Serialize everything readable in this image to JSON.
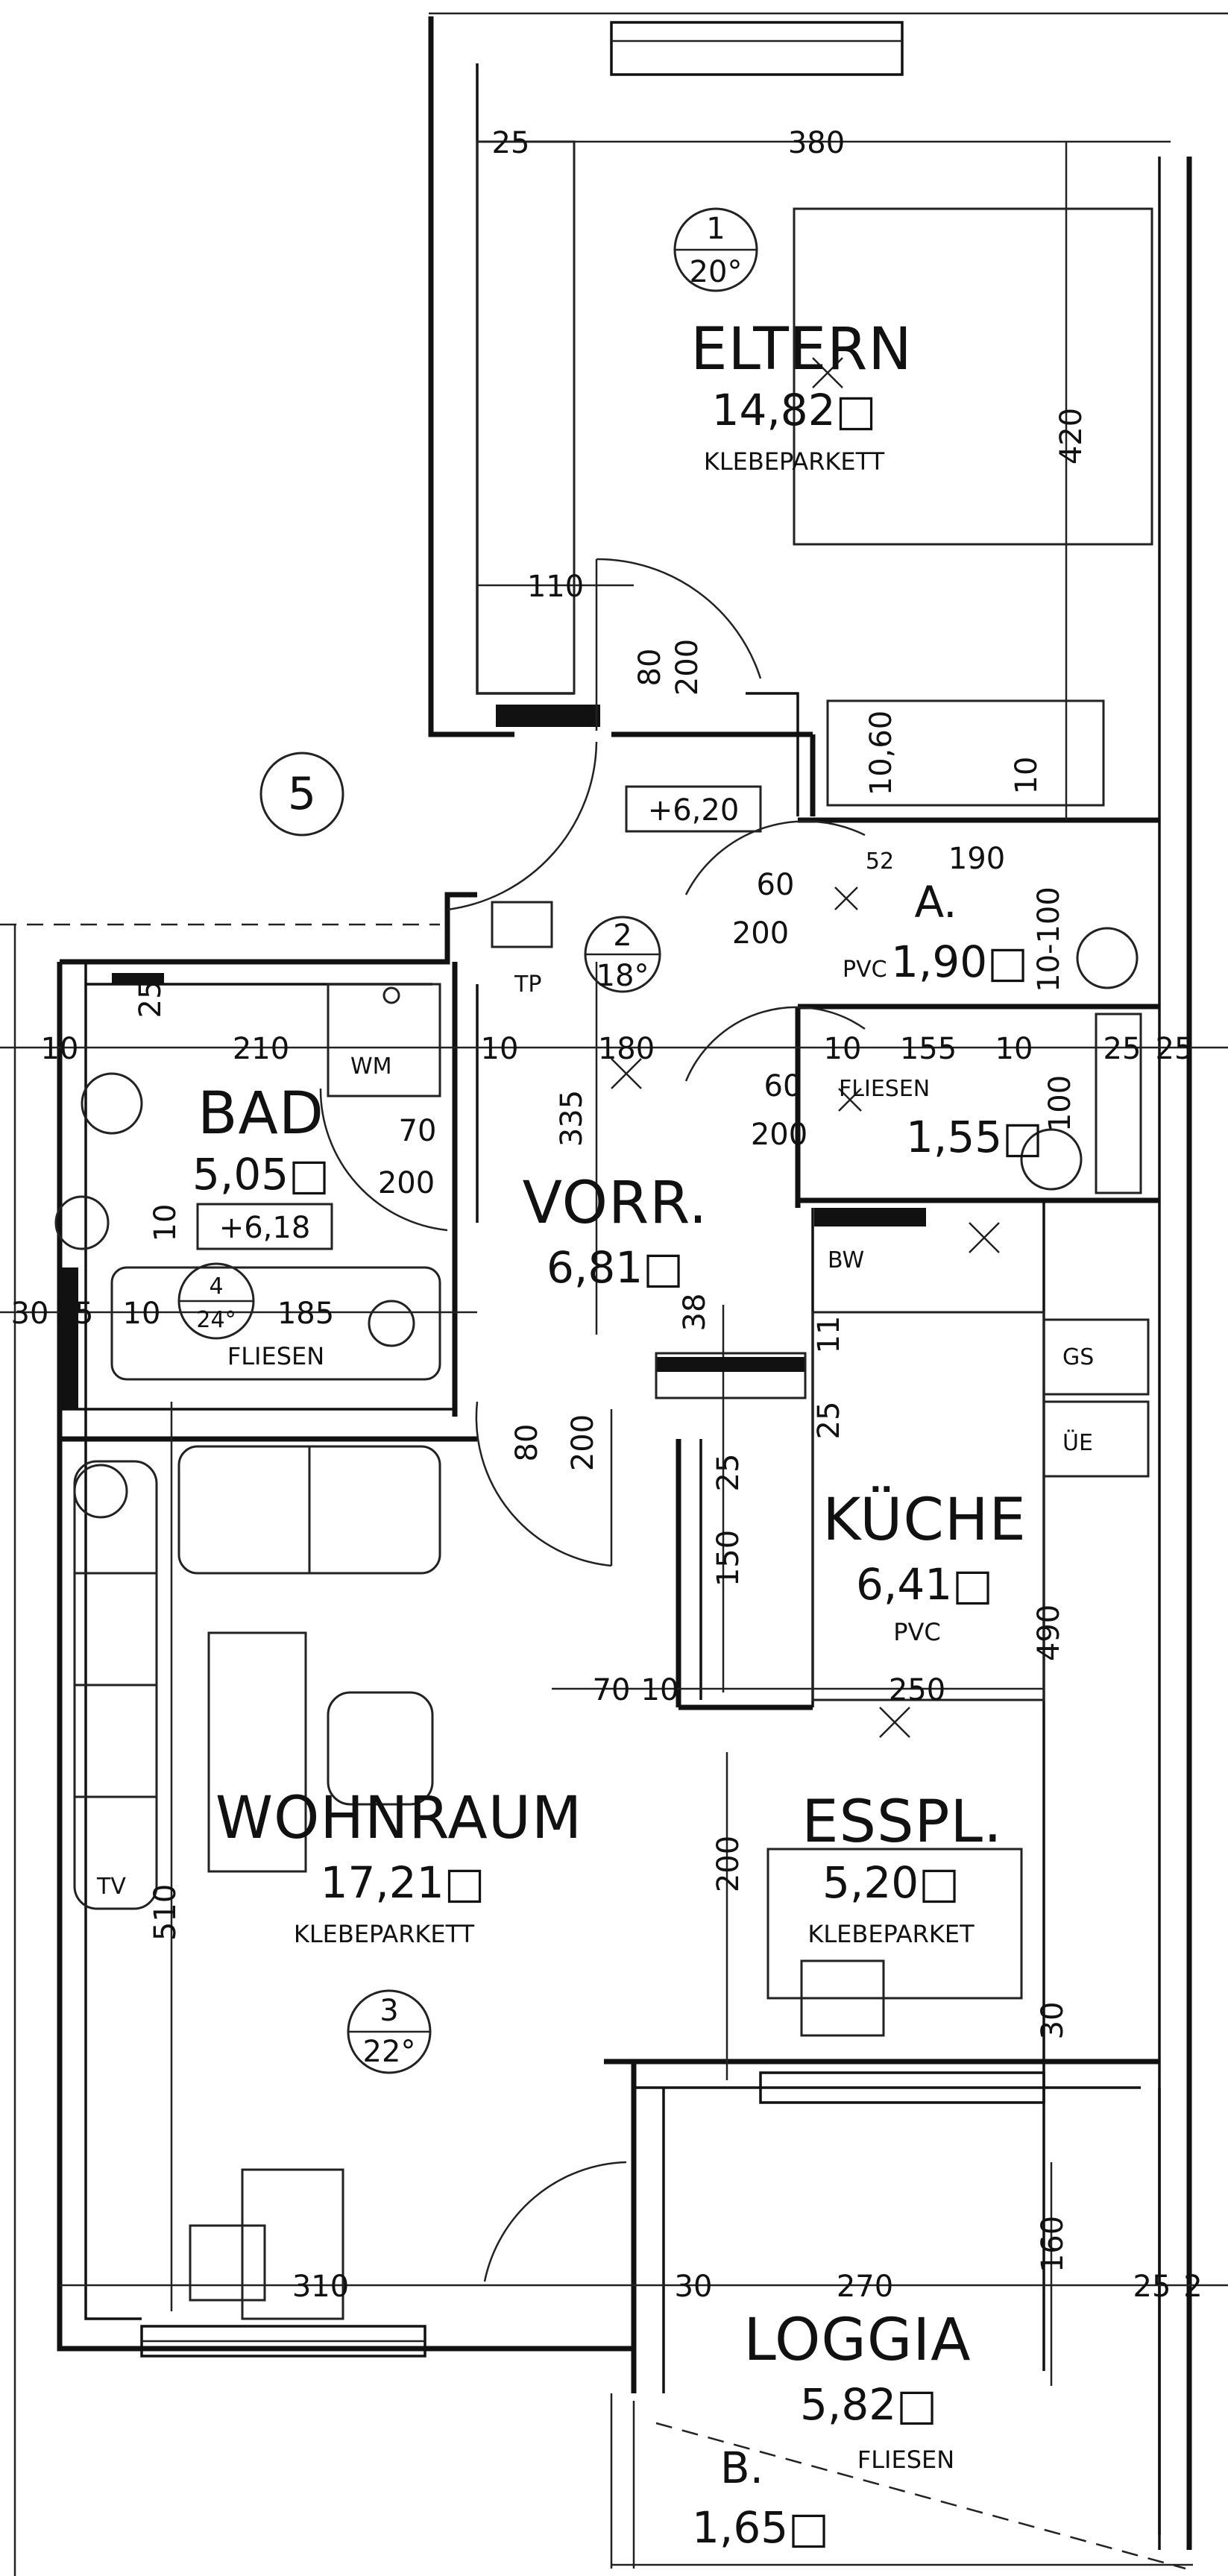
{
  "plan": {
    "unit_marker": "5",
    "rooms": [
      {
        "id": "eltern",
        "num": "1",
        "temp": "20°",
        "name": "ELTERN",
        "area": "14,82",
        "unit": "□",
        "floor": "KLEBEPARKETT"
      },
      {
        "id": "vorr",
        "num": "2",
        "temp": "18°",
        "name": "VORR.",
        "area": "6,81",
        "unit": "□"
      },
      {
        "id": "wohnraum",
        "num": "3",
        "temp": "22°",
        "name": "WOHNRAUM",
        "area": "17,21",
        "unit": "□",
        "floor": "KLEBEPARKETT"
      },
      {
        "id": "bad",
        "num": "4",
        "temp": "24°",
        "name": "BAD",
        "area": "5,05",
        "unit": "□",
        "floor": "FLIESEN"
      },
      {
        "id": "abstellraum",
        "name": "A.",
        "area": "1,90",
        "unit": "□",
        "floor": "PVC"
      },
      {
        "id": "wc",
        "area": "1,55",
        "unit": "□",
        "floor": "FLIESEN"
      },
      {
        "id": "kueche",
        "name": "KÜCHE",
        "area": "6,41",
        "unit": "□",
        "floor": "PVC"
      },
      {
        "id": "esspl",
        "name": "ESSPL.",
        "area": "5,20",
        "unit": "□",
        "floor": "KLEBEPARKET"
      },
      {
        "id": "loggia",
        "name": "LOGGIA",
        "area": "5,82",
        "unit": "□",
        "floor": "FLIESEN"
      },
      {
        "id": "balkon",
        "name": "B.",
        "area": "1,65",
        "unit": "□"
      }
    ],
    "levels": [
      "+6,20",
      "+6,18"
    ],
    "dimensions": {
      "d25_top": "25",
      "d380": "380",
      "d420": "420",
      "d110": "110",
      "d80a": "80",
      "d200a": "200",
      "d10_60": "10,60",
      "d10a": "10",
      "d190": "190",
      "d60a": "60",
      "d200b": "200",
      "d10_100": "10-100",
      "d210": "210",
      "d10b": "10",
      "d180": "180",
      "d335": "335",
      "d10c": "10",
      "d155": "155",
      "d10d": "10",
      "d25c": "25",
      "d25d": "25",
      "d60b": "60",
      "d200c": "200",
      "d100": "100",
      "d70": "70",
      "d200d": "200",
      "d10_95": "10",
      "d30": "30",
      "d25e": "25",
      "d10e": "10",
      "d185": "185",
      "d38": "38",
      "d11": "11",
      "d25f": "25",
      "d80b": "80",
      "d200e": "200",
      "d150": "150",
      "d25g": "25",
      "d70_10": "70",
      "d10f": "10",
      "d250": "250",
      "d490": "490",
      "d510": "510",
      "d200f": "200",
      "d30b": "30",
      "d310": "310",
      "d30c": "30",
      "d270": "270",
      "d160": "160",
      "d25h": "25",
      "d2": "2",
      "d10g": "10",
      "d25b": "25",
      "d52": "52"
    },
    "fixtures": {
      "tp": "TP",
      "gs": "GS",
      "ue": "ÜE",
      "tv": "TV",
      "wm": "WM",
      "bw": "BW"
    }
  }
}
